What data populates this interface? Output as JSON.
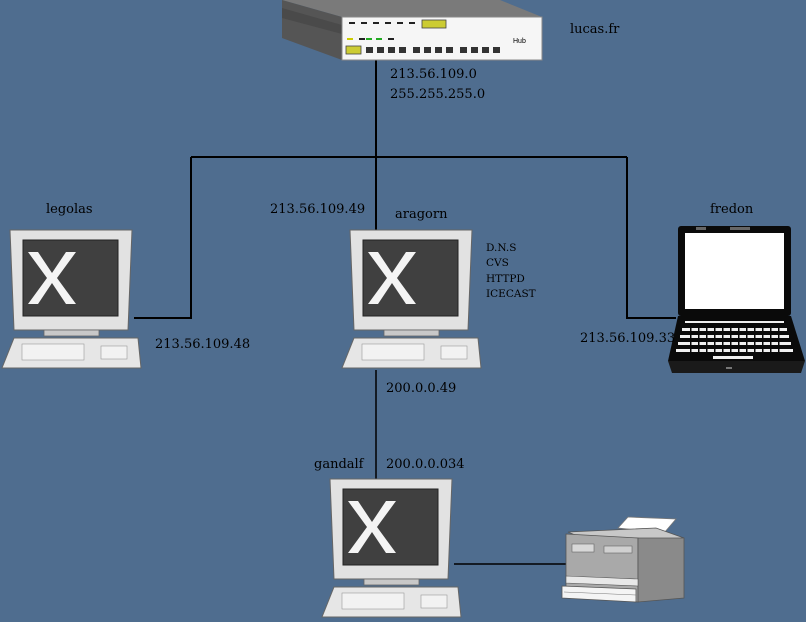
{
  "hub": {
    "name": "lucas.fr",
    "badge": "Hub",
    "network": "213.56.109.0",
    "mask": "255.255.255.0"
  },
  "hosts": {
    "legolas": {
      "name": "legolas",
      "ip": "213.56.109.48"
    },
    "aragorn": {
      "name": "aragorn",
      "ip": "213.56.109.49",
      "ip2": "200.0.0.49",
      "services": [
        "D.N.S",
        "CVS",
        "HTTPD",
        "ICECAST"
      ]
    },
    "fredon": {
      "name": "fredon",
      "ip": "213.56.109.33"
    },
    "gandalf": {
      "name": "gandalf",
      "ip": "200.0.0.034"
    }
  },
  "colors": {
    "background": "#4f6d8f",
    "wire": "#000000",
    "monitor_frame": "#e0e0e0",
    "screen": "#404040"
  }
}
